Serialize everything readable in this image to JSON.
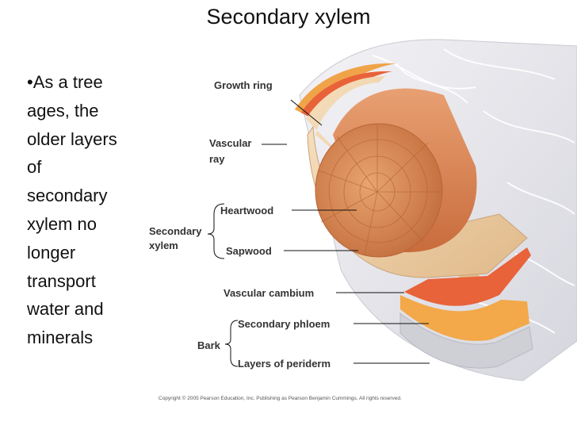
{
  "title": "Secondary xylem",
  "bullet_text": "•As a tree ages, the older layers of secondary xylem no longer transport water and minerals",
  "bullet_lines": [
    "•As a tree",
    "ages, the",
    "older layers",
    "of",
    "secondary",
    "xylem no",
    "longer",
    "transport",
    "water and",
    "minerals"
  ],
  "labels": {
    "growth_ring": "Growth ring",
    "vascular_ray_1": "Vascular",
    "vascular_ray_2": "ray",
    "heartwood": "Heartwood",
    "secondary_xylem_1": "Secondary",
    "secondary_xylem_2": "xylem",
    "sapwood": "Sapwood",
    "vascular_cambium": "Vascular cambium",
    "secondary_phloem": "Secondary phloem",
    "bark": "Bark",
    "periderm": "Layers of periderm"
  },
  "copyright": "Copyright © 2005 Pearson Education, Inc. Publishing as Pearson Benjamin Cummings. All rights reserved.",
  "colors": {
    "bark_outer": "#e9e9ee",
    "periderm": "#f0a44a",
    "phloem": "#e8623a",
    "sapwood": "#f1d3ad",
    "heartwood": "#d98b5a"
  }
}
